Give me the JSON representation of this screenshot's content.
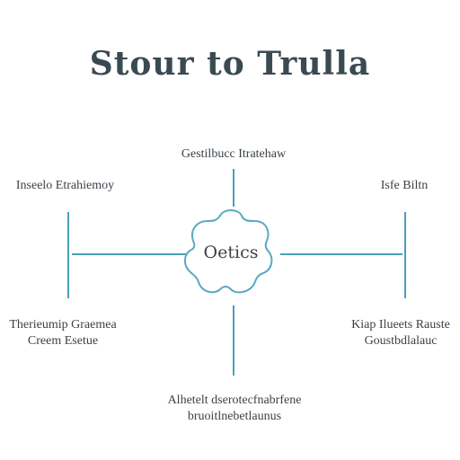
{
  "title": "Stour to Trulla",
  "hub": {
    "label": "Oetics"
  },
  "labels": {
    "top": [
      "Gestilbucc Itratehaw"
    ],
    "upper_left": [
      "Inseelo Etrahiemoy"
    ],
    "upper_right": [
      "Isfe Biltn"
    ],
    "lower_left": [
      "Therieumip Graemea",
      "Creem Esetue"
    ],
    "lower_right": [
      "Kiap Ilueets Rauste",
      "Goustbdlalauc"
    ],
    "bottom": [
      "Alhetelt dserotecfnabrfene",
      "bruoitlnebetlaunus"
    ]
  },
  "colors": {
    "line": "#4a9fb5",
    "hub_stroke": "#5aa9c2",
    "text": "#3a4248"
  }
}
